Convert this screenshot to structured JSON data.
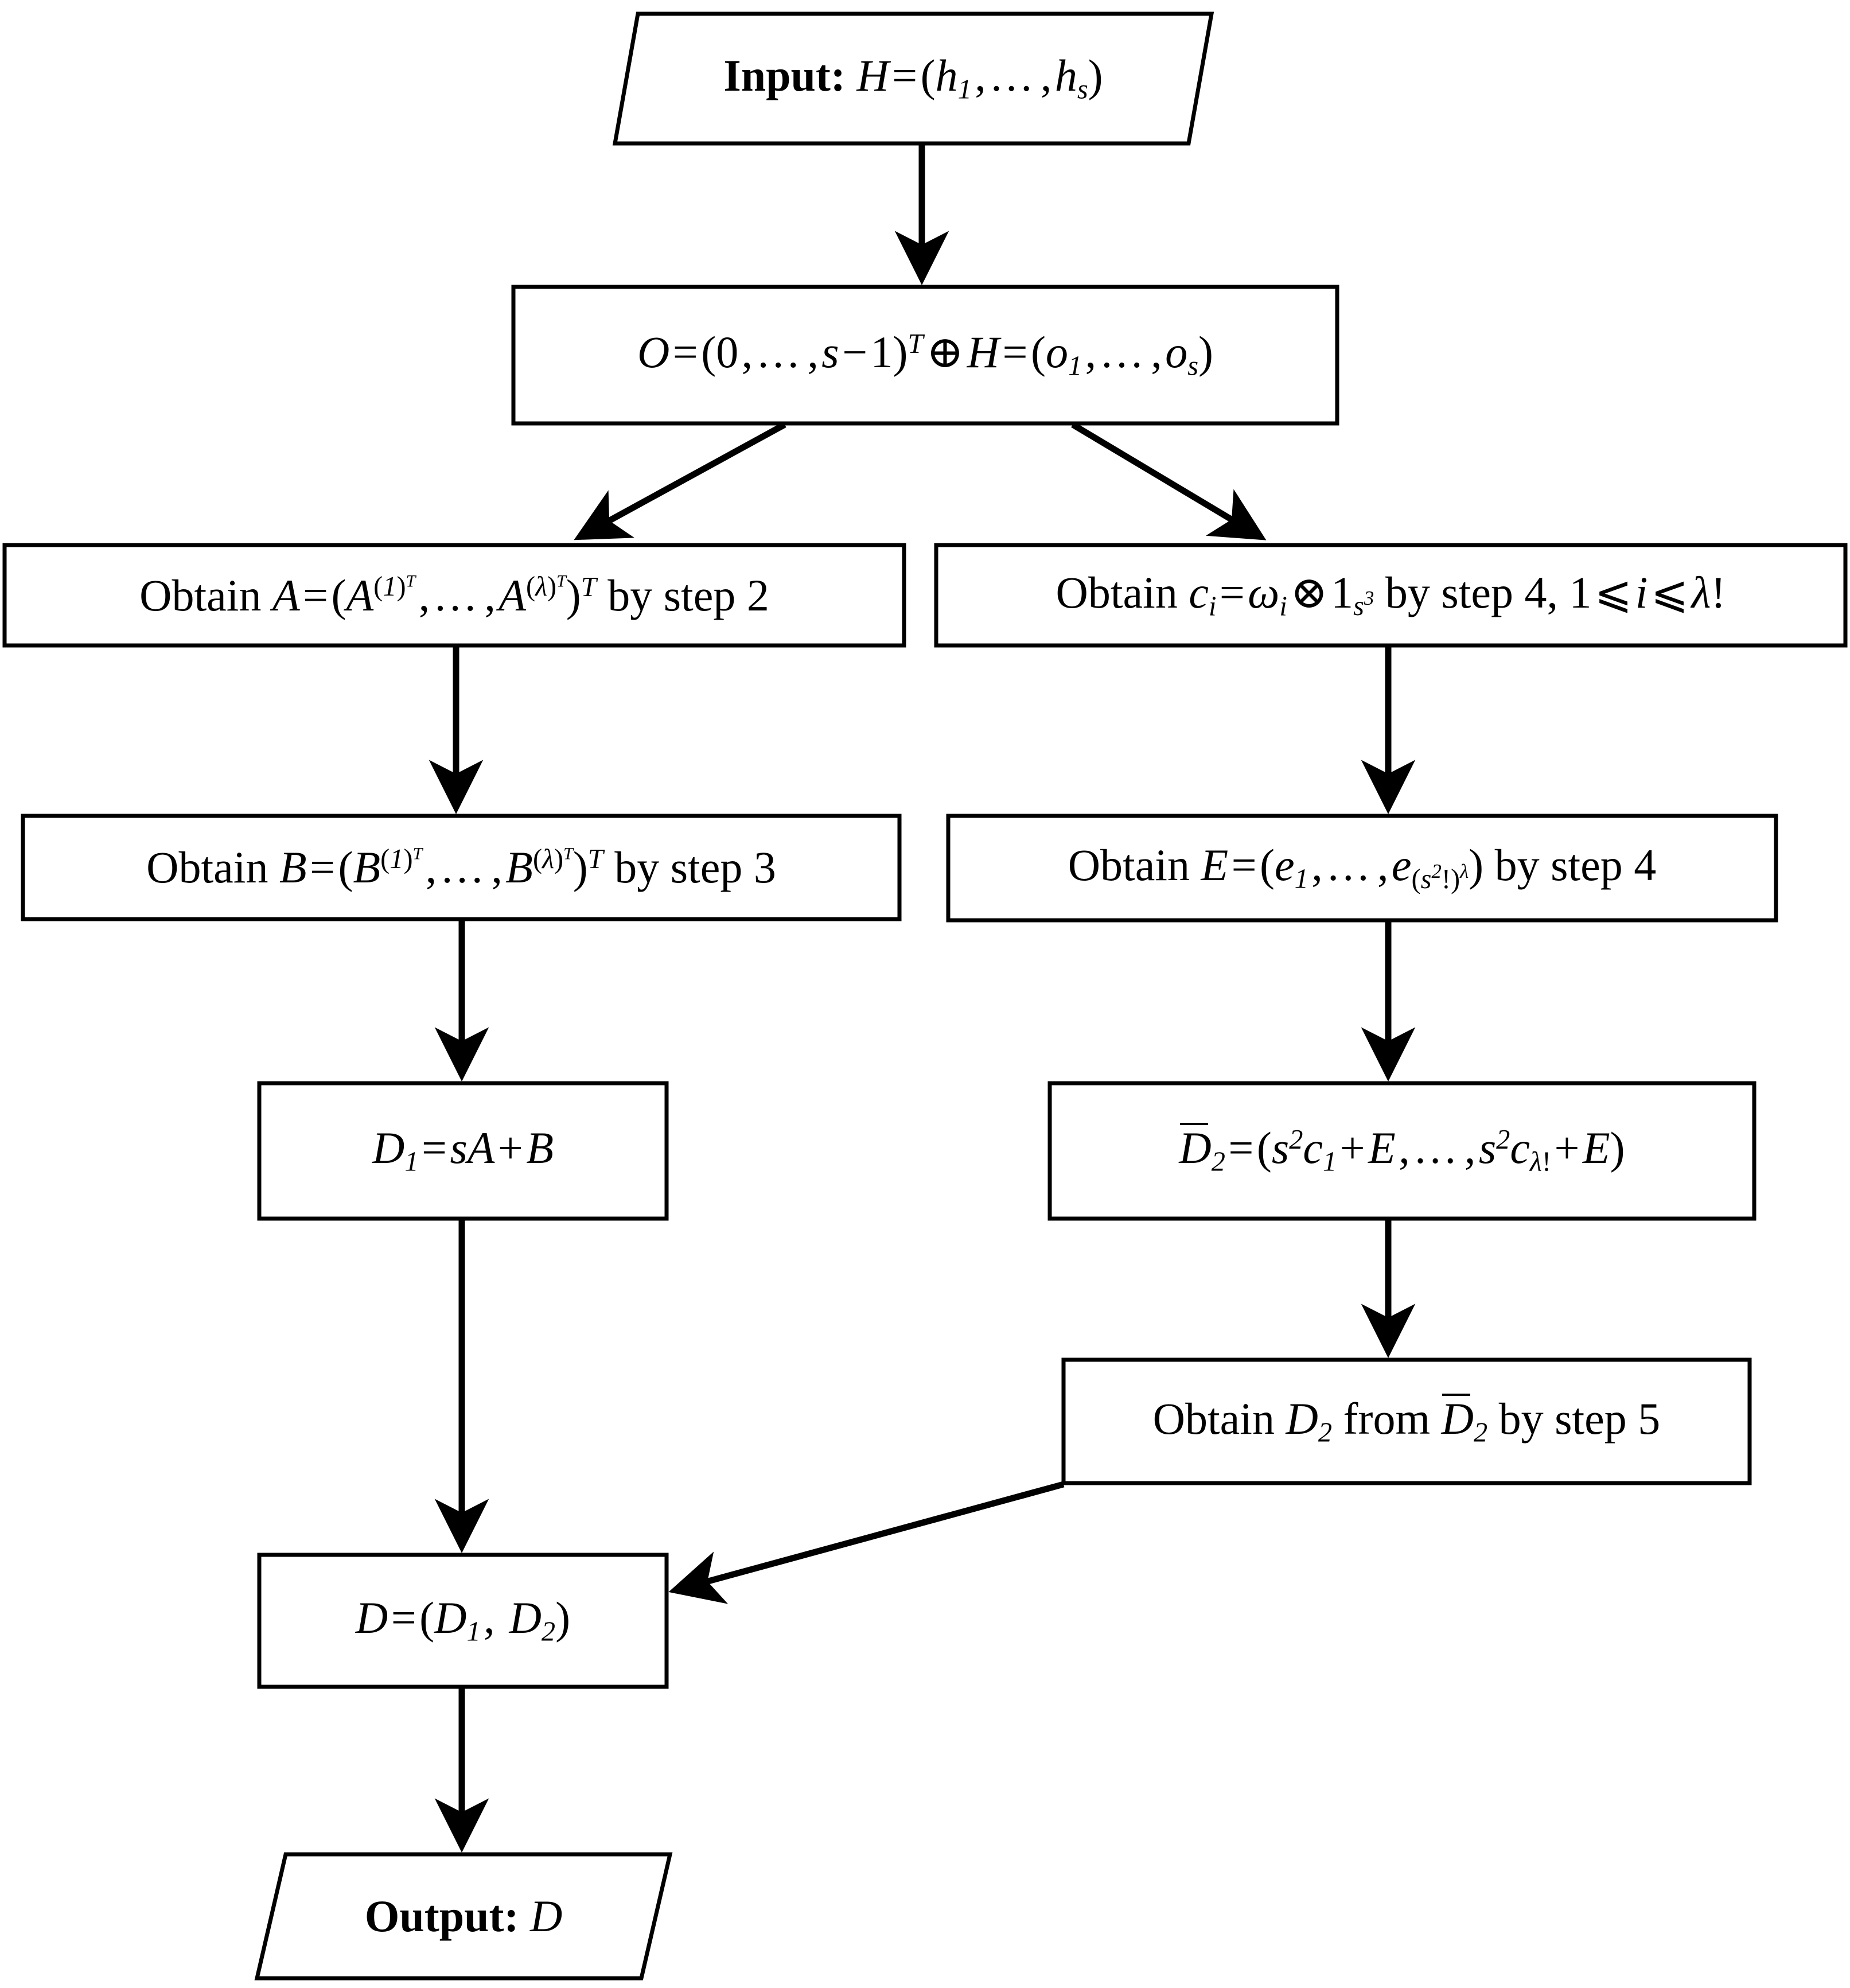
{
  "diagram": {
    "type": "flowchart",
    "title": "",
    "orientation": "top-down, two parallel branches",
    "background_color": "#ffffff",
    "line_color": "#000000",
    "text_color": "#000000",
    "nodes": [
      {
        "id": "input",
        "shape": "parallelogram",
        "name": "input-node",
        "text": "Input: H = (h1,...,hs)",
        "label_prefix": "Input:",
        "formula": "H = (h_1, ..., h_s)"
      },
      {
        "id": "o",
        "shape": "rectangle",
        "name": "compute-o-node",
        "text": "O = (0,...,s-1)^T (+) H = (o1,...,os)",
        "formula": "O = (0,...,s-1)^T ⊕ H = (o_1,...,o_s)"
      },
      {
        "id": "obtain-a",
        "shape": "rectangle",
        "name": "obtain-a-node",
        "text": "Obtain A = (A^(1)T,...,A^(lambda)T)T by step 2",
        "step": "step 2"
      },
      {
        "id": "obtain-c",
        "shape": "rectangle",
        "name": "obtain-c-node",
        "text": "Obtain ci = wi (x) 1_{s^3} by step 4, 1 <= i <= lambda!",
        "step": "step 4"
      },
      {
        "id": "obtain-b",
        "shape": "rectangle",
        "name": "obtain-b-node",
        "text": "Obtain B = (B^(1)T,...,B^(lambda)T)T by step 3",
        "step": "step 3"
      },
      {
        "id": "obtain-e",
        "shape": "rectangle",
        "name": "obtain-e-node",
        "text": "Obtain E = (e1,...,e_{(s^2!)^lambda}) by step 4",
        "step": "step 4"
      },
      {
        "id": "d1",
        "shape": "rectangle",
        "name": "compute-d1-node",
        "text": "D1 = sA + B"
      },
      {
        "id": "d2bar",
        "shape": "rectangle",
        "name": "compute-d2bar-node",
        "text": "D2bar = (s^2 c1 + E,...,s^2 c_{lambda!} + E)"
      },
      {
        "id": "obtain-d2",
        "shape": "rectangle",
        "name": "obtain-d2-node",
        "text": "Obtain D2 from D2bar by step 5",
        "step": "step 5"
      },
      {
        "id": "d",
        "shape": "rectangle",
        "name": "combine-d-node",
        "text": "D = (D1, D2)"
      },
      {
        "id": "output",
        "shape": "parallelogram",
        "name": "output-node",
        "text": "Output: D",
        "label_prefix": "Output:",
        "formula": "D"
      }
    ],
    "edges": [
      {
        "name": "edge-input-to-o",
        "from": "input",
        "to": "o",
        "style": "straight-vertical-arrow"
      },
      {
        "name": "edge-o-to-obtain-a",
        "from": "o",
        "to": "obtain-a",
        "style": "diagonal-arrow-left"
      },
      {
        "name": "edge-o-to-obtain-c",
        "from": "o",
        "to": "obtain-c",
        "style": "diagonal-arrow-right"
      },
      {
        "name": "edge-obtain-a-to-obtain-b",
        "from": "obtain-a",
        "to": "obtain-b",
        "style": "straight-vertical-arrow"
      },
      {
        "name": "edge-obtain-c-to-obtain-e",
        "from": "obtain-c",
        "to": "obtain-e",
        "style": "straight-vertical-arrow"
      },
      {
        "name": "edge-obtain-b-to-d1",
        "from": "obtain-b",
        "to": "d1",
        "style": "straight-vertical-arrow"
      },
      {
        "name": "edge-obtain-e-to-d2bar",
        "from": "obtain-e",
        "to": "d2bar",
        "style": "straight-vertical-arrow"
      },
      {
        "name": "edge-d2bar-to-obtain-d2",
        "from": "d2bar",
        "to": "obtain-d2",
        "style": "straight-vertical-arrow"
      },
      {
        "name": "edge-d1-to-d",
        "from": "d1",
        "to": "d",
        "style": "straight-vertical-arrow"
      },
      {
        "name": "edge-obtain-d2-to-d",
        "from": "obtain-d2",
        "to": "d",
        "style": "diagonal-arrow-left"
      },
      {
        "name": "edge-d-to-output",
        "from": "d",
        "to": "output",
        "style": "straight-vertical-arrow"
      }
    ]
  }
}
